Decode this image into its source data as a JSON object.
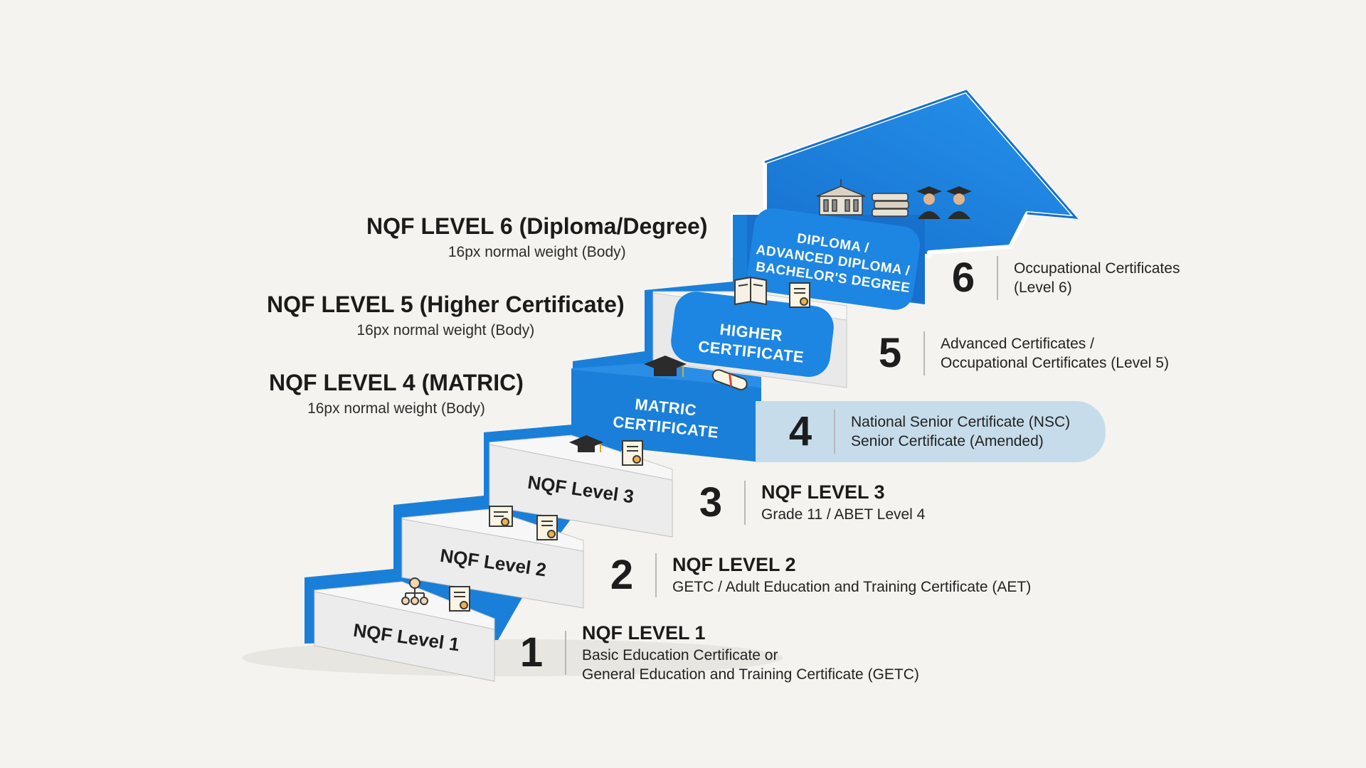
{
  "stairs": {
    "level1": "NQF Level 1",
    "level2": "NQF Level 2",
    "level3": "NQF Level 3",
    "level4": [
      "MATRIC",
      "CERTIFICATE"
    ],
    "level5": [
      "HIGHER",
      "CERTIFICATE"
    ],
    "level6": [
      "DIPLOMA /",
      "ADVANCED DIPLOMA /",
      "BACHELOR'S DEGREE"
    ]
  },
  "left_labels": [
    {
      "title": "NQF LEVEL 6 (Diploma/Degree)",
      "subtitle": "16px normal weight (Body)"
    },
    {
      "title": "NQF LEVEL 5 (Higher Certificate)",
      "subtitle": "16px normal weight (Body)"
    },
    {
      "title": "NQF LEVEL 4 (MATRIC)",
      "subtitle": "16px normal weight (Body)"
    }
  ],
  "right_labels": [
    {
      "number": "6",
      "line1": "Occupational Certificates",
      "line2": "(Level 6)"
    },
    {
      "number": "5",
      "line1": "Advanced Certificates /",
      "line2": "Occupational Certificates (Level 5)"
    },
    {
      "number": "4",
      "line1": "National Senior Certificate (NSC)",
      "line2": "Senior Certificate (Amended)"
    },
    {
      "number": "3",
      "heading": "NQF LEVEL 3",
      "line1": "Grade 11 / ABET Level 4"
    },
    {
      "number": "2",
      "heading": "NQF LEVEL 2",
      "line1": "GETC / Adult Education and Training Certificate (AET)"
    },
    {
      "number": "1",
      "heading": "NQF LEVEL 1",
      "line1": "Basic Education Certificate or",
      "line2": "General Education and Training Certificate (GETC)"
    }
  ],
  "icons": [
    "hierarchy-icon",
    "certificate-icon",
    "diploma-icon",
    "graduation-cap-icon",
    "scroll-icon",
    "open-book-icon",
    "university-building-icon",
    "book-stack-icon",
    "graduate-male-icon",
    "graduate-female-icon"
  ],
  "colors": {
    "blue": "#1a7fd9",
    "dark_blue": "#0f63b8",
    "light_blue": "#c7dcea",
    "step_white": "#f3f3f3",
    "background": "#f4f3ef"
  }
}
